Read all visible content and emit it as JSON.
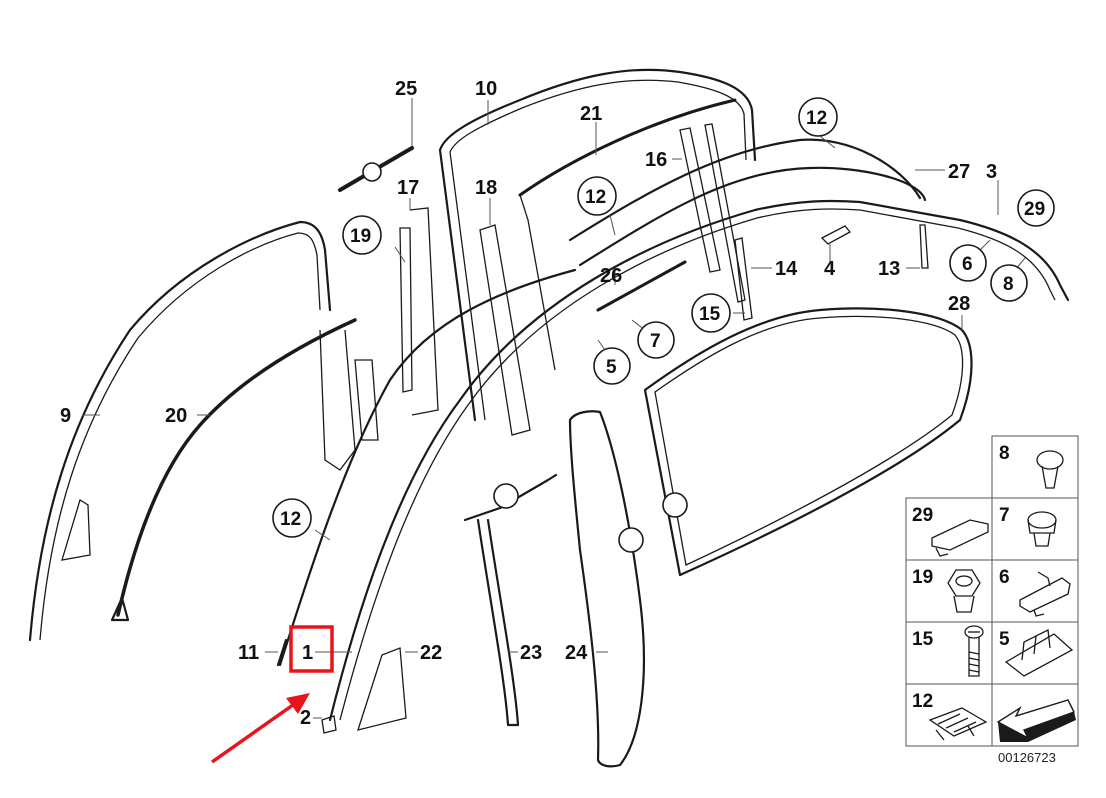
{
  "diagram": {
    "type": "exploded-parts-diagram",
    "diagram_code": "00126723",
    "highlight": {
      "label": "1",
      "box_color": "#e8141c",
      "arrow_color": "#e8141c"
    },
    "callouts": {
      "p1": "1",
      "p2": "2",
      "p3": "3",
      "p4": "4",
      "p5": "5",
      "p6": "6",
      "p7": "7",
      "p8": "8",
      "p9": "9",
      "p10": "10",
      "p11": "11",
      "p12a": "12",
      "p12b": "12",
      "p12c": "12",
      "p13": "13",
      "p14": "14",
      "p15": "15",
      "p16": "16",
      "p17": "17",
      "p18": "18",
      "p19": "19",
      "p20": "20",
      "p21": "21",
      "p22": "22",
      "p23": "23",
      "p24": "24",
      "p25": "25",
      "p26": "26",
      "p27": "27",
      "p28": "28",
      "p29": "29"
    },
    "legend_grid": {
      "cells": [
        {
          "label": "8",
          "part": "expanding-clip"
        },
        {
          "label": "29",
          "part": "rectangular-clip"
        },
        {
          "label": "7",
          "part": "grommet-clip"
        },
        {
          "label": "19",
          "part": "hex-nut-clip"
        },
        {
          "label": "6",
          "part": "bracket-clip"
        },
        {
          "label": "15",
          "part": "bolt"
        },
        {
          "label": "5",
          "part": "slotted-plate"
        },
        {
          "label": "12",
          "part": "spring-clip"
        },
        {
          "label": "",
          "part": "direction-arrow"
        }
      ]
    }
  }
}
